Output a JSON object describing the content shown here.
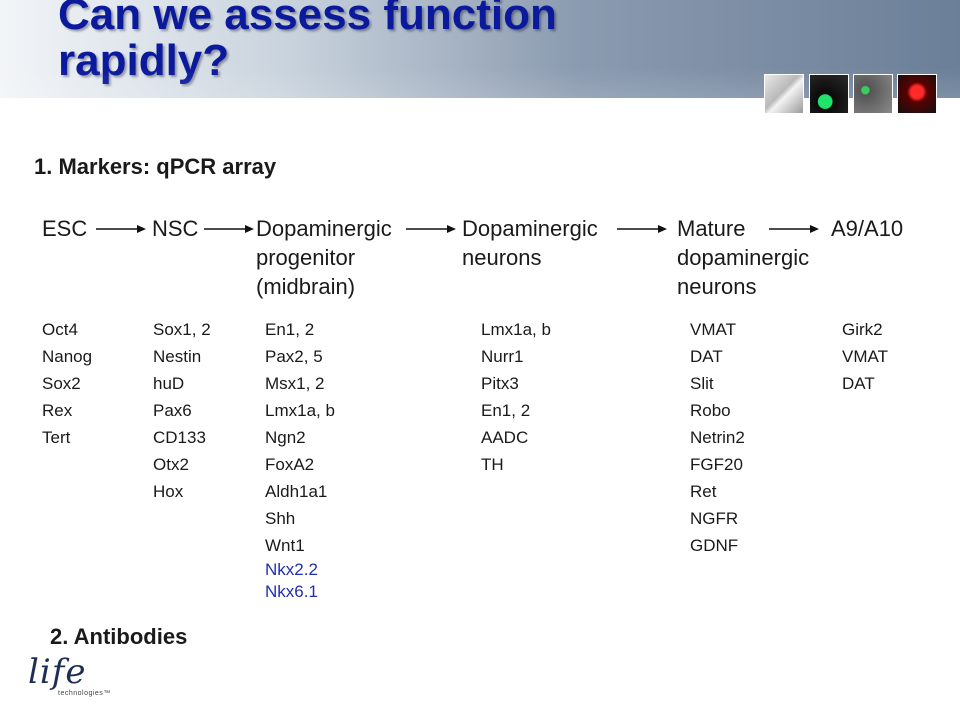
{
  "slide": {
    "title_line1": "Can we assess function",
    "title_line2": "rapidly?",
    "section1": "1. Markers: qPCR array",
    "section2": "2. Antibodies"
  },
  "stages": [
    {
      "lines": [
        "ESC"
      ]
    },
    {
      "lines": [
        "NSC"
      ]
    },
    {
      "lines": [
        "Dopaminergic",
        "progenitor",
        "(midbrain)"
      ]
    },
    {
      "lines": [
        "Dopaminergic",
        "neurons"
      ]
    },
    {
      "lines": [
        "Mature",
        "dopaminergic",
        "neurons"
      ]
    },
    {
      "lines": [
        "A9/A10"
      ]
    }
  ],
  "markers": [
    {
      "items": [
        "Oct4",
        "Nanog",
        "Sox2",
        "Rex",
        "Tert"
      ],
      "highlighted": []
    },
    {
      "items": [
        "Sox1, 2",
        "Nestin",
        "huD",
        "Pax6",
        "CD133",
        "Otx2",
        "Hox"
      ],
      "highlighted": []
    },
    {
      "items": [
        "En1, 2",
        "Pax2, 5",
        "Msx1, 2",
        "Lmx1a, b",
        "Ngn2",
        "FoxA2",
        "Aldh1a1",
        "Shh",
        "Wnt1"
      ],
      "highlighted": [
        "Nkx2.2",
        "Nkx6.1"
      ]
    },
    {
      "items": [
        "Lmx1a, b",
        "Nurr1",
        "Pitx3",
        "En1, 2",
        "AADC",
        "TH"
      ],
      "highlighted": []
    },
    {
      "items": [
        "VMAT",
        "DAT",
        "Slit",
        "Robo",
        "Netrin2",
        "FGF20",
        "Ret",
        "NGFR",
        "GDNF"
      ],
      "highlighted": []
    },
    {
      "items": [
        "Girk2",
        "VMAT",
        "DAT"
      ],
      "highlighted": []
    }
  ],
  "logo": {
    "word": "life",
    "subtext": "technologies™"
  },
  "colors": {
    "title": "#0b1a9c",
    "highlight_markers": "#1f2fb0",
    "header_left": "#f2f5f8",
    "header_right": "#6b7f98"
  }
}
